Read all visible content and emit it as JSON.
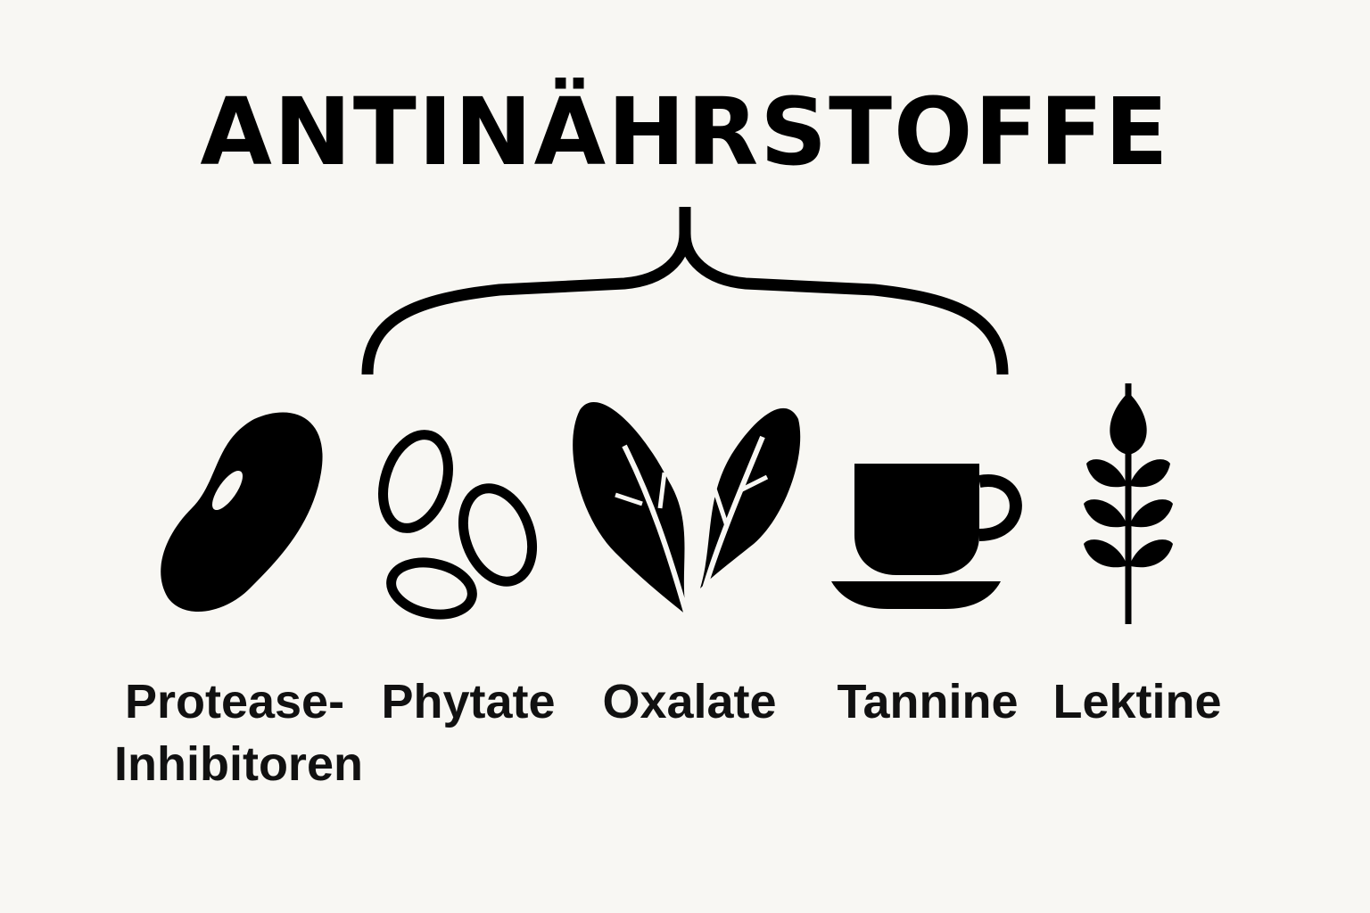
{
  "title": "ANTINÄHRSTOFFE",
  "items": [
    {
      "label_line1": "Protease-",
      "label_line2": "Inhibitoren",
      "icon": "bean-icon"
    },
    {
      "label_line1": "Phytate",
      "icon": "seeds-icon"
    },
    {
      "label_line1": "Oxalate",
      "icon": "spinach-leaves-icon"
    },
    {
      "label_line1": "Tannine",
      "icon": "cup-icon"
    },
    {
      "label_line1": "Lektine",
      "icon": "wheat-icon"
    }
  ],
  "colors": {
    "background": "#f8f7f3",
    "ink": "#000000"
  }
}
